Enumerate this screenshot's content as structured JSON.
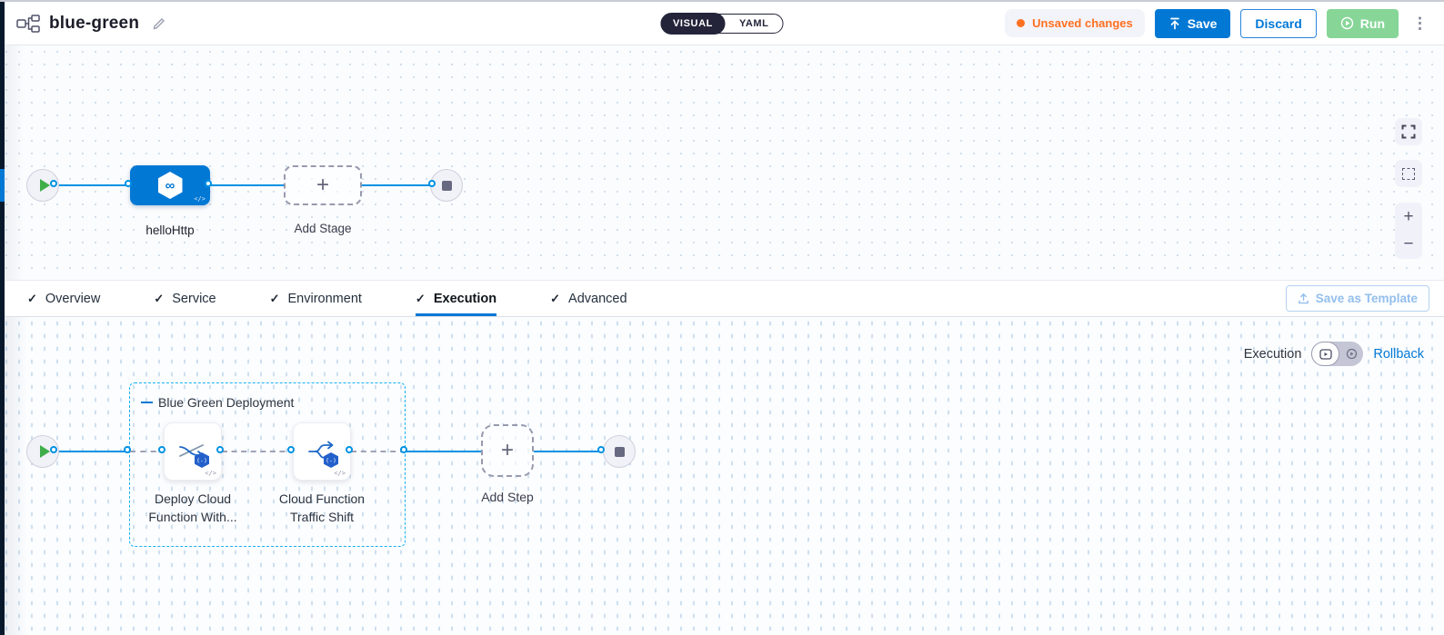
{
  "header": {
    "title": "blue-green",
    "mode_visual": "VISUAL",
    "mode_yaml": "YAML",
    "unsaved_label": "Unsaved changes",
    "save_label": "Save",
    "discard_label": "Discard",
    "run_label": "Run"
  },
  "stage_pipeline": {
    "stage_name": "helloHttp",
    "add_stage_label": "Add Stage"
  },
  "tabs": {
    "items": [
      {
        "label": "Overview"
      },
      {
        "label": "Service"
      },
      {
        "label": "Environment"
      },
      {
        "label": "Execution",
        "active": true
      },
      {
        "label": "Advanced"
      }
    ],
    "save_as_template": "Save as Template"
  },
  "execution": {
    "mode_label": "Execution",
    "rollback_label": "Rollback",
    "group_label": "Blue Green Deployment",
    "steps": [
      {
        "line1": "Deploy Cloud",
        "line2": "Function With..."
      },
      {
        "line1": "Cloud Function",
        "line2": "Traffic Shift"
      }
    ],
    "add_step_label": "Add Step"
  },
  "glyphs": {
    "check": "✓",
    "plus": "+",
    "minus": "−",
    "kebab": "⋮",
    "infinity": "∞",
    "code": "</>",
    "fn_badge": "(-)"
  },
  "colors": {
    "primary_blue": "#0278d5",
    "line_blue": "#0092e4",
    "accent_orange": "#ff7020",
    "run_green": "#87d698",
    "group_border": "#1ab0f2",
    "nav_strip": "#07182b"
  }
}
